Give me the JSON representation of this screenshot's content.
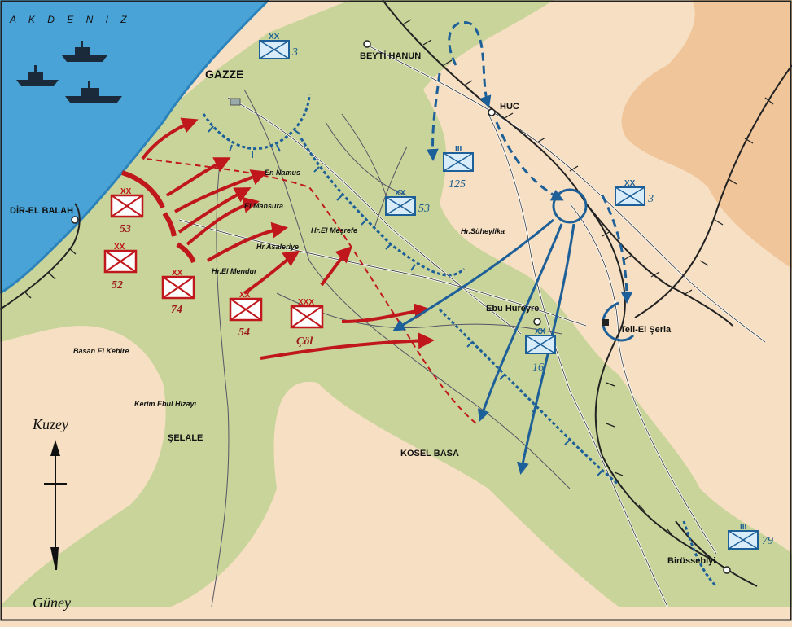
{
  "sea": {
    "name": "A K D E N İ Z"
  },
  "places": {
    "gazze": "GAZZE",
    "beyti_hanun": "BEYTİ HANUN",
    "huc": "HUC",
    "dir_el_balah": "DİR-EL BALAH",
    "en_namus": "En Namus",
    "el_mansura": "El Mansura",
    "hr_el_mesrefe": "Hr.El Meşrefe",
    "hr_suheylika": "Hr.Süheylika",
    "hr_asaleriye": "Hr.Asaleriye",
    "hr_el_mendur": "Hr.El Mendur",
    "ebu_hureyre": "Ebu Hureyre",
    "tell_el_seria": "Tell-El Şeria",
    "basan_el_kebire": "Basan El Kebire",
    "kerim_ebul_hizayi": "Kerim Ebul Hizayı",
    "selale": "ŞELALE",
    "kosel_basa": "KOSEL BASA",
    "birussebiyi": "Birüssebiyi"
  },
  "compass": {
    "north": "Kuzey",
    "south": "Güney"
  },
  "units": {
    "british": [
      {
        "id": "53",
        "size": "XX"
      },
      {
        "id": "52",
        "size": "XX"
      },
      {
        "id": "74",
        "size": "XX"
      },
      {
        "id": "54",
        "size": "XX"
      },
      {
        "id": "Çöl",
        "size": "XXX"
      }
    ],
    "ottoman": [
      {
        "id": "3",
        "size": "XX"
      },
      {
        "id": "125",
        "size": "III"
      },
      {
        "id": "53",
        "size": "XX"
      },
      {
        "id": "3",
        "size": "XX"
      },
      {
        "id": "16",
        "size": "XX"
      },
      {
        "id": "79",
        "size": "III"
      }
    ]
  },
  "colors": {
    "sea": "#4aa3d6",
    "land_green": "#c9d49a",
    "land_sand": "#f6dfc2",
    "hills": "#f0c59a",
    "british": "#c0171c",
    "ottoman": "#1d5f98"
  }
}
